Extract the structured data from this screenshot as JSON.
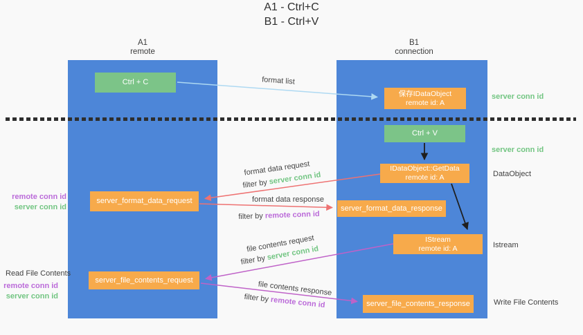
{
  "title": {
    "line1": "A1 - Ctrl+C",
    "line2": "B1 - Ctrl+V"
  },
  "lanes": {
    "left": {
      "name": "A1",
      "role": "remote"
    },
    "right": {
      "name": "B1",
      "role": "connection"
    }
  },
  "nodes": {
    "ctrl_c": {
      "label": "Ctrl + C"
    },
    "save_idataobject": {
      "line1": "保存IDataObject",
      "line2": "remote id: A"
    },
    "ctrl_v": {
      "label": "Ctrl + V"
    },
    "idataobject_getdata": {
      "line1": "IDataObject::GetData",
      "line2": "remote id: A"
    },
    "server_format_data_request": {
      "label": "server_format_data_request"
    },
    "server_format_data_response": {
      "label": "server_format_data_response"
    },
    "istream": {
      "line1": "IStream",
      "line2": "remote id: A"
    },
    "server_file_contents_request": {
      "label": "server_file_contents_request"
    },
    "server_file_contents_response": {
      "label": "server_file_contents_response"
    }
  },
  "flows": {
    "format_list": {
      "label": "format list"
    },
    "format_data_request": {
      "label": "format data request",
      "filter_prefix": "filter by ",
      "filter_key": "server conn id"
    },
    "format_data_response": {
      "label": "format data response",
      "filter_prefix": "filter by ",
      "filter_key": "remote conn id"
    },
    "file_contents_request": {
      "label": "file contents request",
      "filter_prefix": "filter by ",
      "filter_key": "server conn id"
    },
    "file_contents_response": {
      "label": "file contents response",
      "filter_prefix": "filter by ",
      "filter_key": "remote conn id"
    }
  },
  "annotations": {
    "left_format_remote": "remote conn id",
    "left_format_server": "server conn id",
    "read_file_contents": "Read File Contents",
    "left_file_remote": "remote conn id",
    "left_file_server": "server conn id",
    "right_server_conn_top": "server conn id",
    "right_server_conn_mid": "server conn id",
    "dataobject": "DataObject",
    "istream": "Istream",
    "write_file_contents": "Write File Contents"
  },
  "colors": {
    "lane_blue": "#4d86d8",
    "node_green": "#7cc488",
    "node_orange": "#f7aa4b",
    "key_green": "#72c582",
    "key_purple": "#bb6bd9",
    "arrow_red": "#ee7272",
    "arrow_magenta": "#bf62c8",
    "arrow_blue": "#aed9f2",
    "arrow_black": "#1f1f1f"
  }
}
